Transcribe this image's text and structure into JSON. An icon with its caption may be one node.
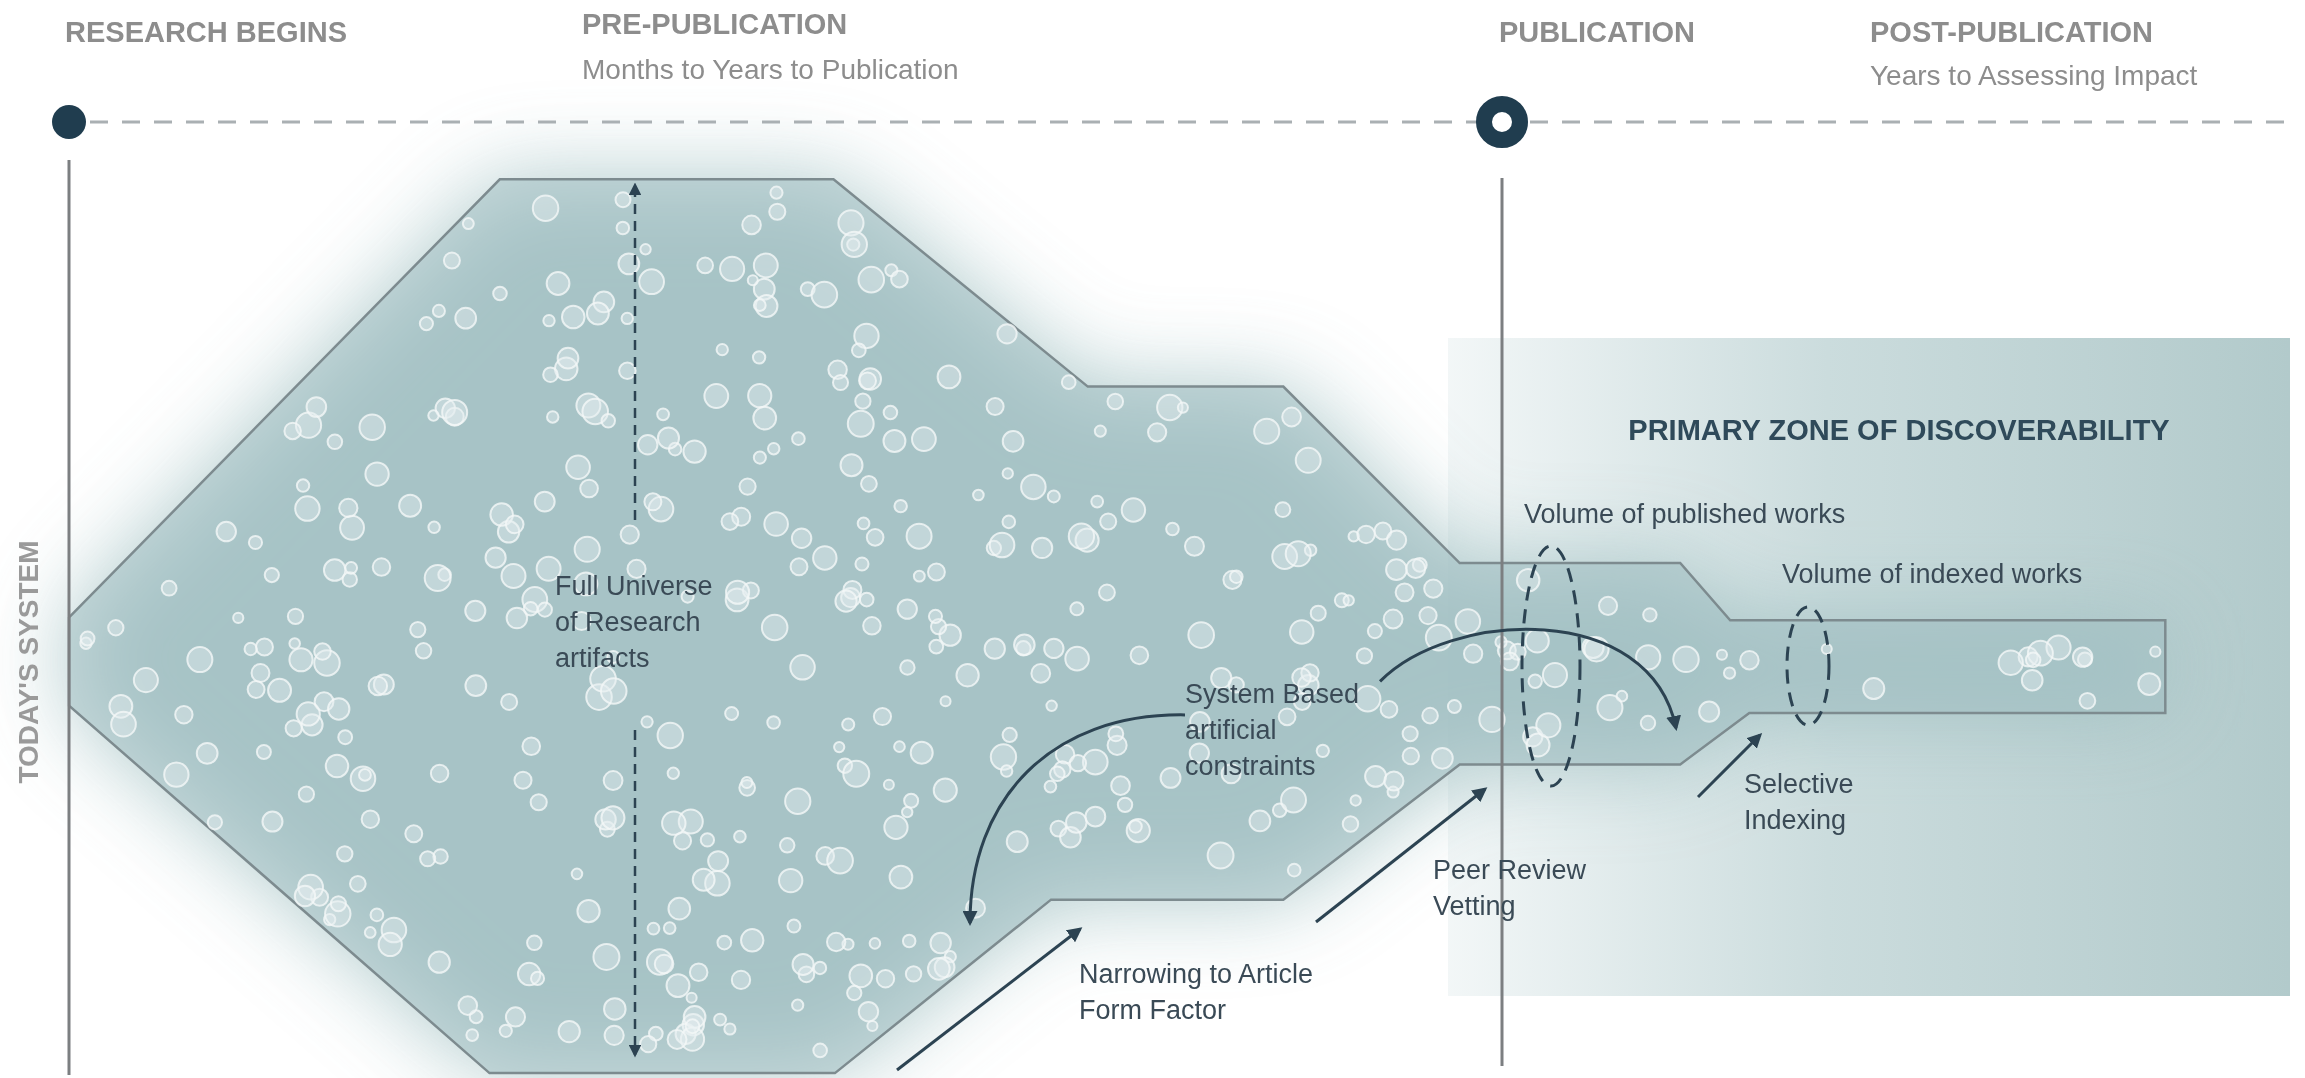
{
  "diagram": {
    "nodes": [
      {
        "text": [
          "PRIMARY ZONE OF DISCOVERABILITY"
        ]
      },
      {
        "text": [
          "System Based artificial constraints"
        ]
      }
    ],
    "edges": [
      {
        "from": 1,
        "to": null,
        "arrow": "to"
      },
      {
        "from": 1,
        "to": 0,
        "arrow": "to"
      }
    ],
    "labels": [
      "RESEARCH BEGINS",
      "PRE-PUBLICATION",
      "Months to Years to Publication",
      "PUBLICATION",
      "POST-PUBLICATION",
      "Years to Assessing Impact",
      "TODAY'S SYSTEM",
      "Full Universe of Research artifacts",
      "Volume of published works",
      "Volume of indexed works",
      "Selective Indexing",
      "Peer Review Vetting",
      "Narrowing to Article Form Factor"
    ]
  }
}
